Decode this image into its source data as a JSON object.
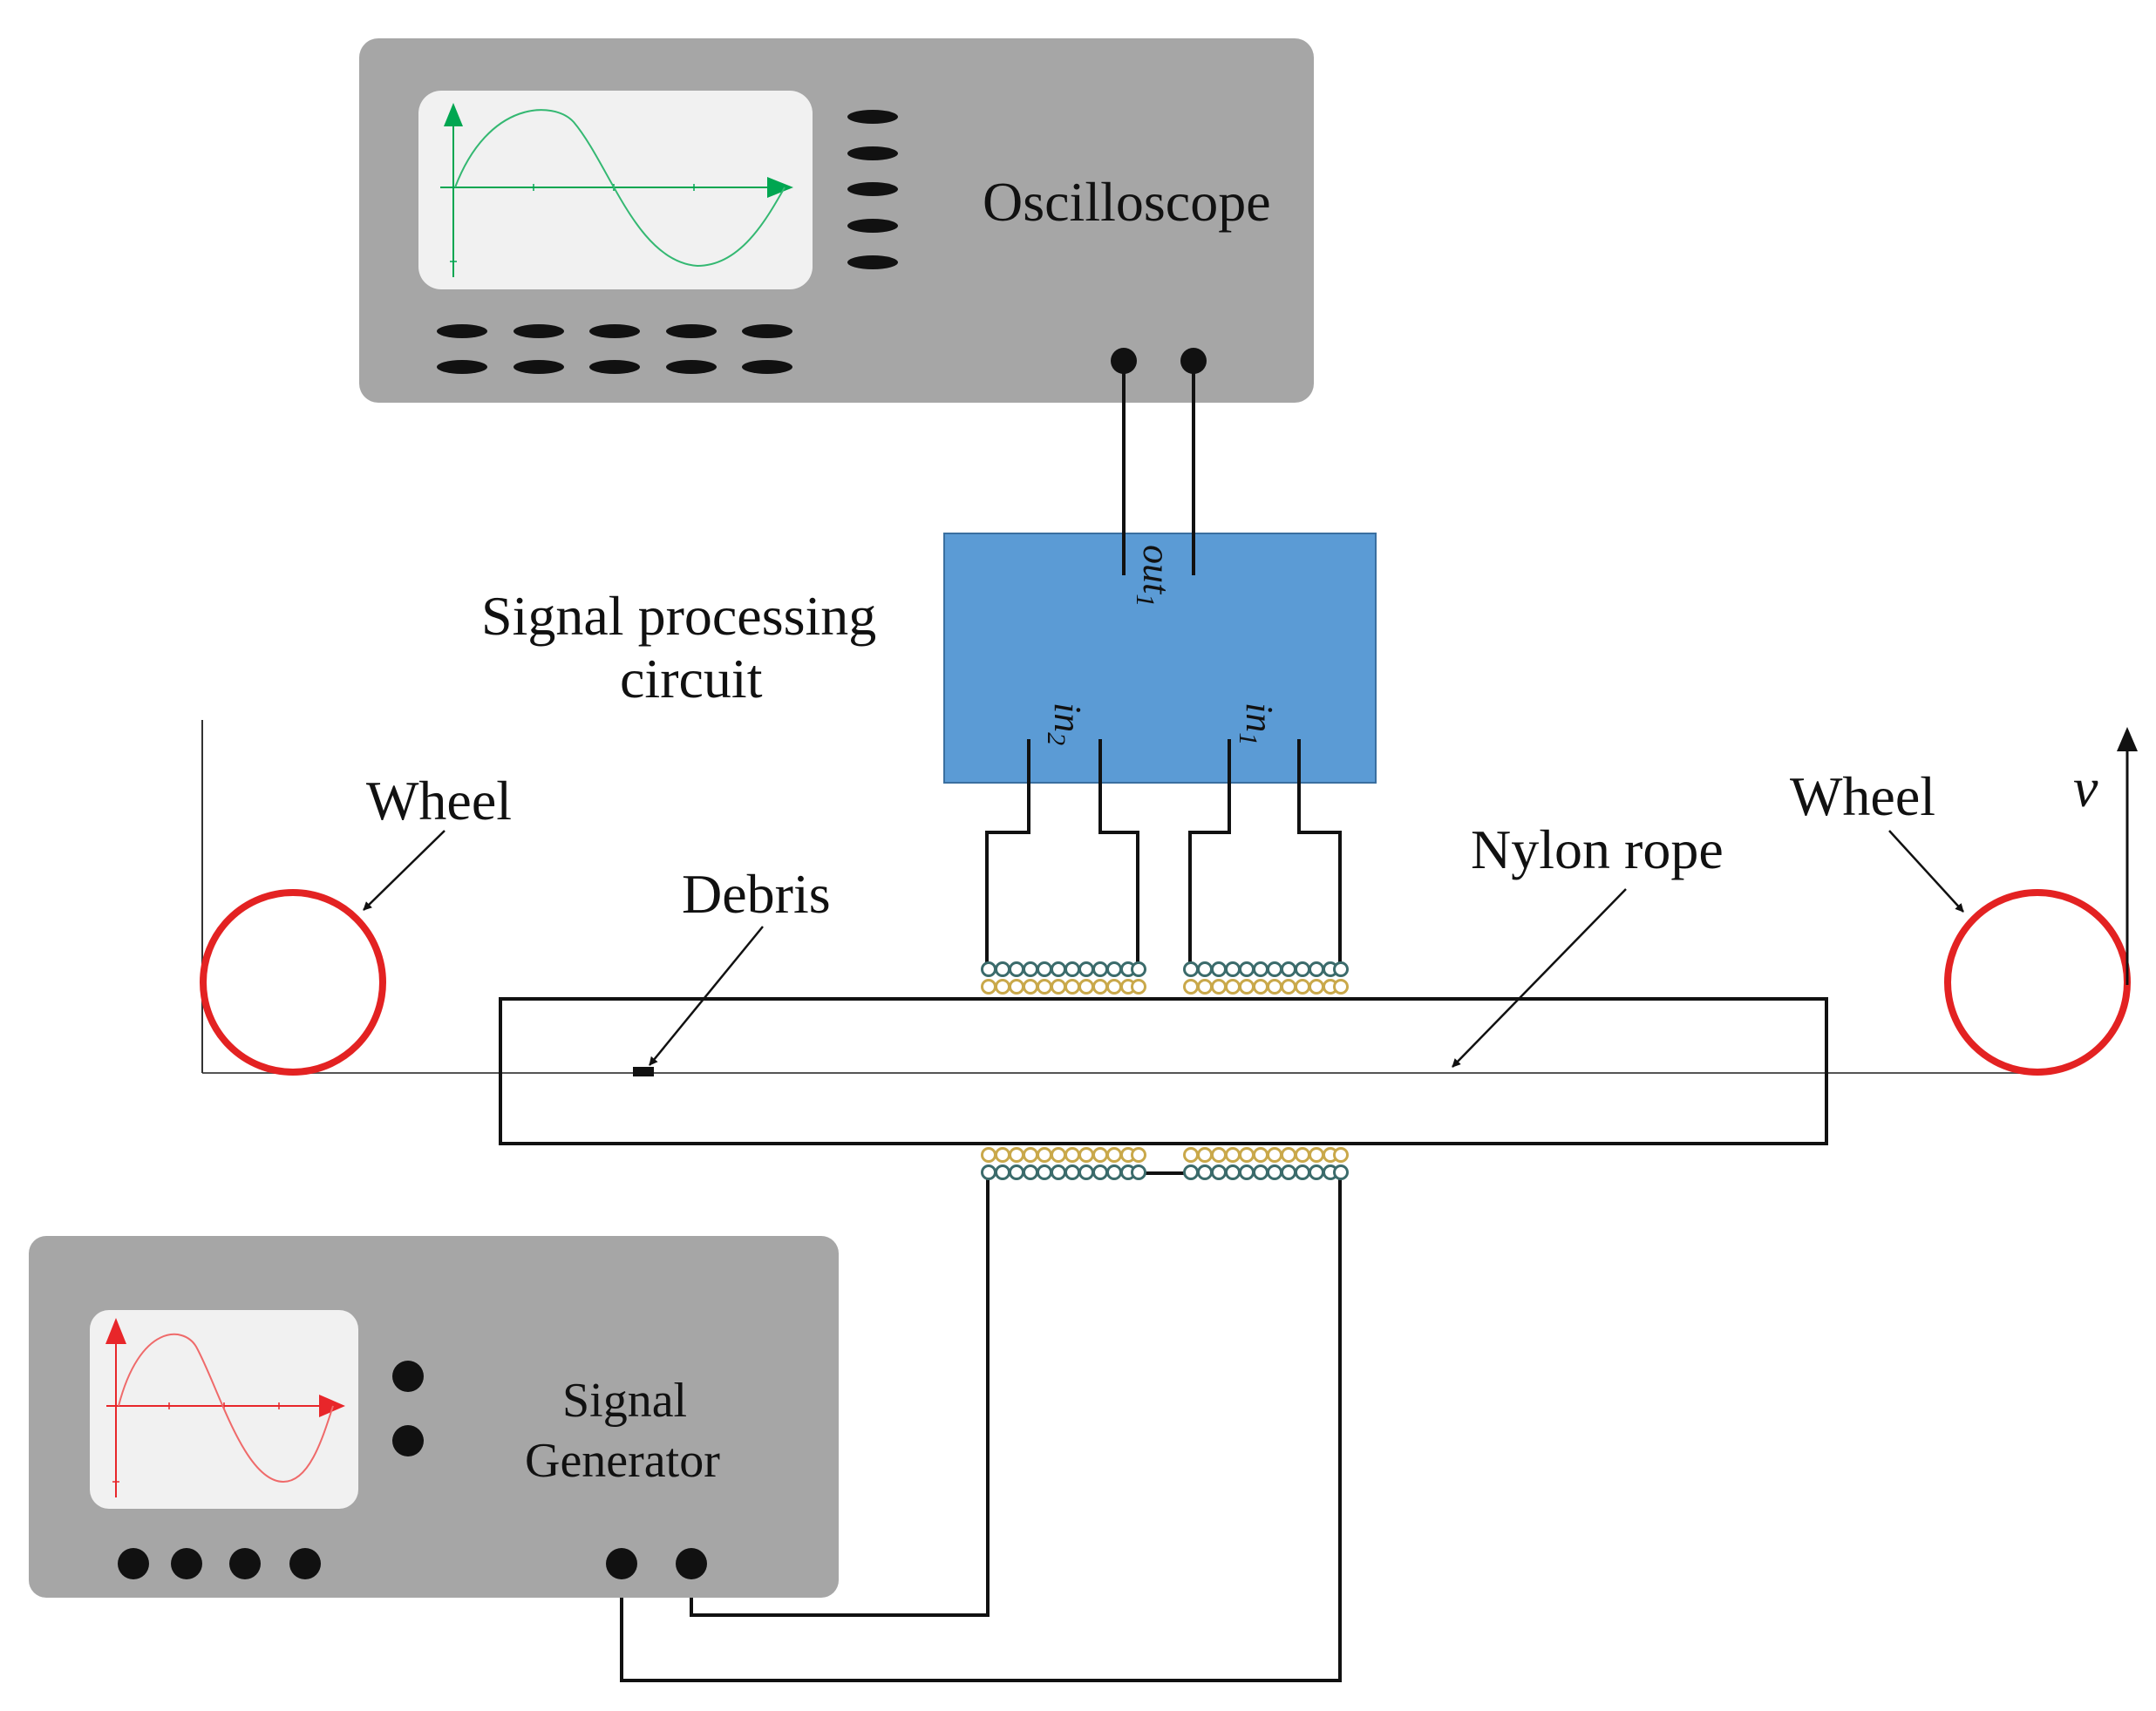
{
  "labels": {
    "oscilloscope": "Oscilloscope",
    "signal_processing_line1": "Signal processing",
    "signal_processing_line2": "circuit",
    "signal_generator_line1": "Signal",
    "signal_generator_line2": "Generator",
    "wheel_left": "Wheel",
    "wheel_right": "Wheel",
    "debris": "Debris",
    "nylon_rope": "Nylon rope",
    "velocity": "v",
    "port_out": "out",
    "port_out_sub": "1",
    "port_in2": "in",
    "port_in2_sub": "2",
    "port_in1": "in",
    "port_in1_sub": "1"
  },
  "colors": {
    "device_body": "#a6a6a6",
    "screen": "#f1f1f1",
    "oscilloscope_trace": "#00a651",
    "generator_trace": "#e8262a",
    "circuit_box": "#5b9bd5",
    "wheel": "#e32222",
    "coil_outer": "#3b6b6b",
    "coil_inner": "#c9a84a",
    "wire": "#111111"
  }
}
